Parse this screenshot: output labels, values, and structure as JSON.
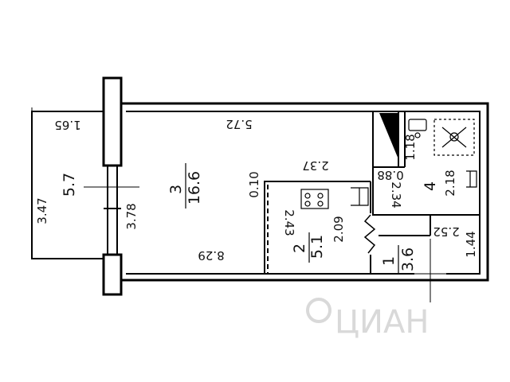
{
  "rooms": [
    {
      "number": "3",
      "area": "16.6"
    },
    {
      "number": "2",
      "area": "5.1"
    },
    {
      "number": "1",
      "area": "3.6"
    },
    {
      "number": "4",
      "area": "2.34"
    }
  ],
  "balcony": {
    "area": "5.7"
  },
  "dimensions": {
    "balcony_width": "1.65",
    "balcony_length": "3.47",
    "window_span": "3.78",
    "room3_length": "5.72",
    "room3_depth": "8.29",
    "wall_offset": "2.37",
    "wall_thickness": "0.10",
    "kitchen_width": "2.43",
    "kitchen_length": "2.09",
    "bath_width_a": "1.18",
    "bath_width_b": "0.88",
    "bath_length": "2.18",
    "hall_width": "2.52",
    "hall_length": "1.44"
  },
  "watermark": "ЦИАН"
}
